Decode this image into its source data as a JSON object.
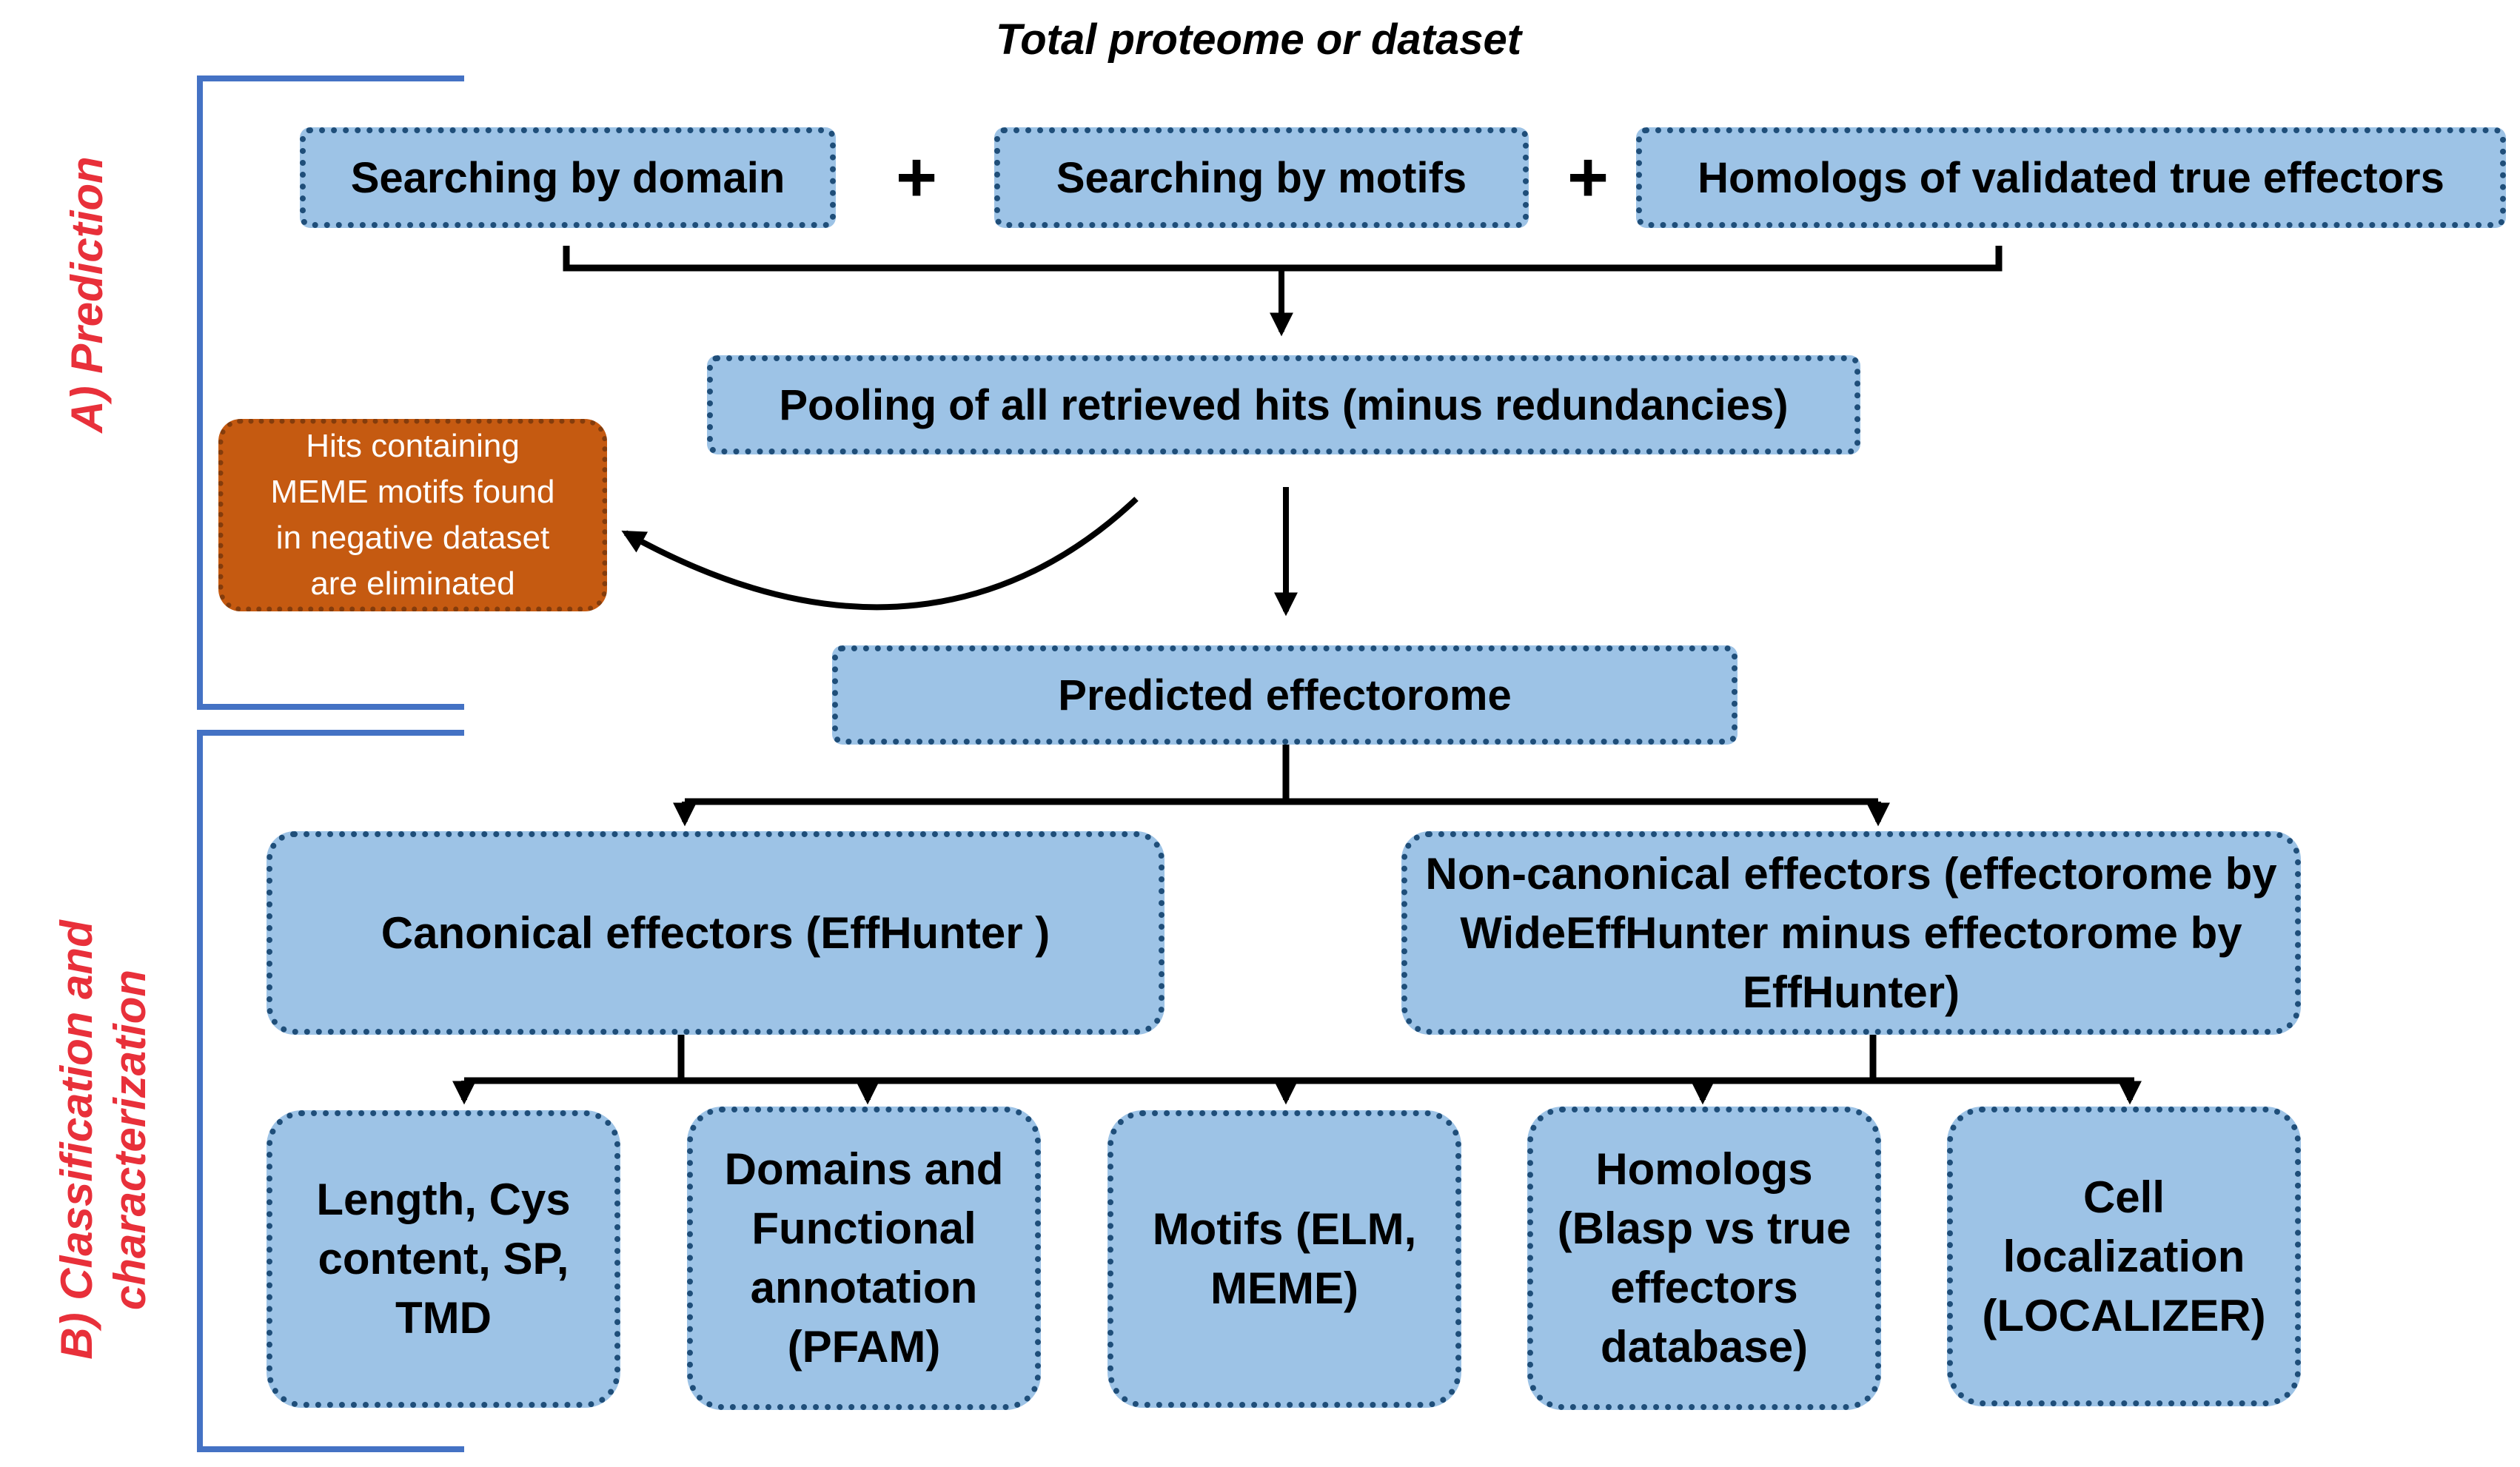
{
  "title": "Total proteome or dataset",
  "section_labels": {
    "prediction": "A)  Prediction",
    "classification_line1": "B)  Classification and",
    "classification_line2": "characterization"
  },
  "search": {
    "domain": "Searching by domain",
    "plus_1": "+",
    "motifs": "Searching by motifs",
    "plus_2": "+",
    "homologs": "Homologs of validated true effectors"
  },
  "pooling": "Pooling of all retrieved hits (minus redundancies)",
  "eliminated": {
    "line1": "Hits containing",
    "line2": "MEME motifs found",
    "line3": "in negative dataset",
    "line4": "are eliminated"
  },
  "predicted": "Predicted effectorome",
  "canonical": "Canonical effectors (EffHunter )",
  "noncanonical": {
    "line1": "Non-canonical effectors (effectorome by",
    "line2": "WideEffHunter minus effectorome by",
    "line3": "EffHunter)"
  },
  "features": {
    "length": [
      "Length, Cys",
      "content, SP,",
      "TMD"
    ],
    "domains": [
      "Domains and",
      "Functional",
      "annotation",
      "(PFAM)"
    ],
    "motifs": [
      "Motifs (ELM,",
      "MEME)"
    ],
    "homologs": [
      "Homologs",
      "(Blasp vs true",
      "effectors",
      "database)"
    ],
    "localization": [
      "Cell",
      "localization",
      "(LOCALIZER)"
    ]
  },
  "colors": {
    "box_fill": "#9dc3e6",
    "box_border": "#1f4e79",
    "eliminated_fill": "#c55a11",
    "section_bracket": "#4472c4",
    "section_label": "#e8303a",
    "connector": "#000000"
  }
}
